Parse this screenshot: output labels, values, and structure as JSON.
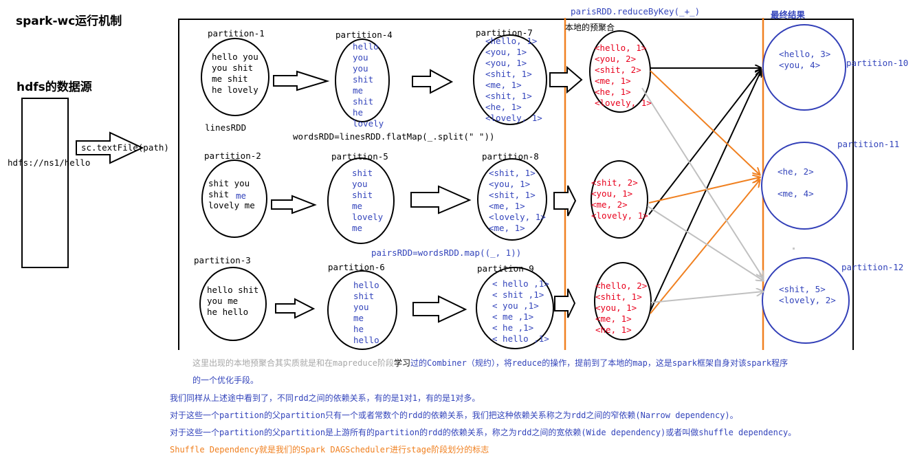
{
  "header": {
    "title": "spark-wc运行机制",
    "source_title": "hdfs的数据源",
    "source_path": "hdfs://ns1/hello",
    "textfile_label": "sc.textFile(path)"
  },
  "stage_labels": {
    "reduce_by_key": "parisRDD.reduceByKey(_+_)",
    "local_combine": "本地的预聚合",
    "final_result": "最终结果",
    "lines_rdd": "linesRDD",
    "words_rdd": "wordsRDD=linesRDD.flatMap(_.split(\" \"))",
    "pairs_rdd": "pairsRDD=wordsRDD.map((_, 1))"
  },
  "partitions": {
    "p1": {
      "label": "partition-1",
      "lines": [
        "hello you",
        "you shit",
        "me shit",
        "he lovely"
      ]
    },
    "p2": {
      "label": "partition-2",
      "lines": [
        "shit you",
        "shit",
        "lovely me"
      ],
      "extra": "me"
    },
    "p3": {
      "label": "partition-3",
      "lines": [
        "hello shit",
        "you me",
        "he hello"
      ]
    },
    "p4": {
      "label": "partition-4",
      "lines": [
        "hello",
        "you",
        "you",
        "shit",
        "me",
        "shit",
        "he",
        "lovely"
      ]
    },
    "p5": {
      "label": "partition-5",
      "lines": [
        "shit",
        "you",
        "shit",
        "me",
        "lovely",
        "me"
      ]
    },
    "p6": {
      "label": "partition-6",
      "lines": [
        "hello",
        "shit",
        "you",
        "me",
        "he",
        "hello"
      ]
    },
    "p7": {
      "label": "partition-7",
      "lines": [
        "<hello, 1>",
        "<you, 1>",
        "<you, 1>",
        "<shit, 1>",
        "<me, 1>",
        "<shit, 1>",
        "<he, 1>",
        "<lovely, 1>"
      ]
    },
    "p8": {
      "label": "partition-8",
      "lines": [
        "<shit, 1>",
        "<you, 1>",
        "<shit, 1>",
        "<me, 1>",
        "<lovely, 1>",
        "<me, 1>"
      ]
    },
    "p9": {
      "label": "partition-9",
      "lines": [
        "< hello ,1>",
        "< shit ,1>",
        "< you ,1>",
        "< me ,1>",
        "< he ,1>",
        "< hello ,1>"
      ]
    },
    "c1": {
      "lines": [
        "<hello, 1>",
        "<you, 2>",
        "<shit, 2>",
        "<me, 1>",
        "<he, 1>",
        "<lovely, 1>"
      ]
    },
    "c2": {
      "lines": [
        "<shit, 2>",
        "<you, 1>",
        "<me, 2>",
        "<lovely, 1>"
      ]
    },
    "c3": {
      "lines": [
        "<hello, 2>",
        "<shit, 1>",
        "<you, 1>",
        "<me, 1>",
        "<he, 1>"
      ]
    },
    "p10": {
      "label": "partition-10",
      "lines": [
        "<hello, 3>",
        "<you, 4>"
      ]
    },
    "p11": {
      "label": "partition-11",
      "lines": [
        "<he, 2>",
        "<me, 4>"
      ]
    },
    "p12": {
      "label": "partition-12",
      "lines": [
        "<shit, 5>",
        "<lovely, 2>"
      ]
    }
  },
  "notes": {
    "line1a": "这里出现的本地预聚合其实质就是和在mapreduce阶段",
    "line1_study": "学习",
    "line1b": "过的Combiner（规约），将reduce的操作，提前到了本地的map，这是spark框架自身对该spark程序",
    "line2": "的一个优化手段。",
    "line3": "我们同样从上述途中看到了，不同rdd之间的依赖关系，有的是1对1，有的是1对多。",
    "line4": "对于这些一个partition的父partition只有一个或者常数个的rdd的依赖关系，我们把这种依赖关系称之为rdd之间的窄依赖(Narrow dependency)。",
    "line5": "对于这些一个partition的父partition是上游所有的partition的rdd的依赖关系，称之为rdd之间的宽依赖(Wide dependency)或者叫做shuffle dependency。",
    "line6": "Shuffle Dependency就是我们的Spark DAGScheduler进行stage阶段划分的标志"
  },
  "colors": {
    "blue_text": "#3344bb",
    "red_text": "#e8001c",
    "orange": "#f08020",
    "gray_note": "#a8a8a8",
    "dark_blue_circle": "#3340b8"
  }
}
